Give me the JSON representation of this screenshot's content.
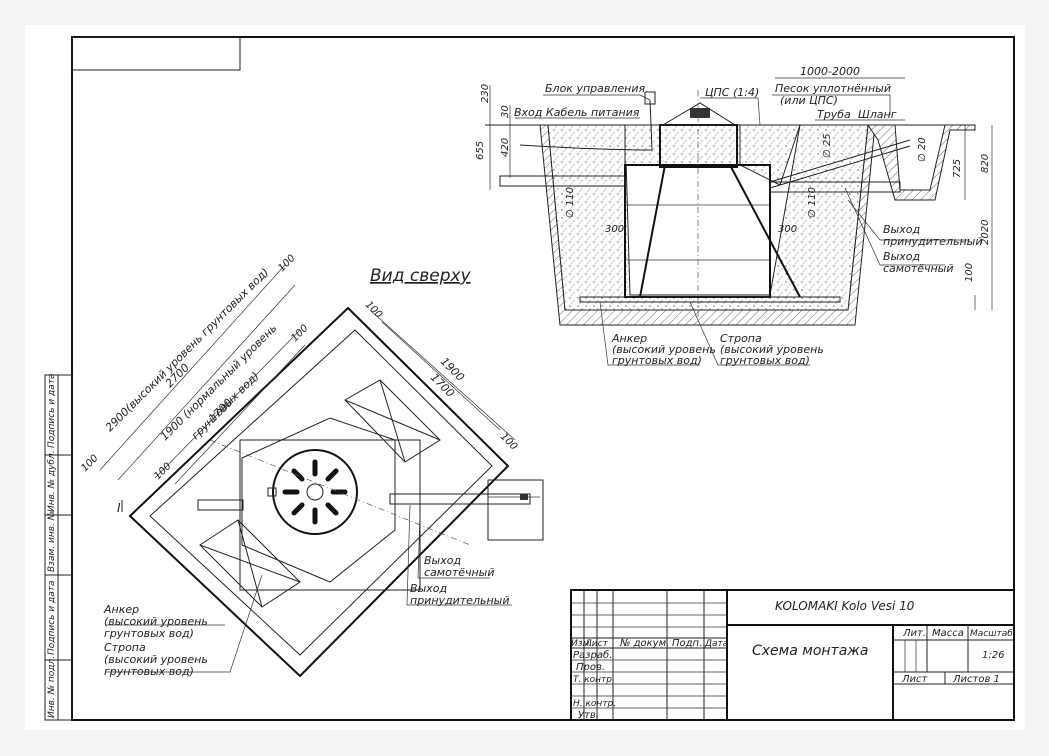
{
  "top_view": {
    "title": "Вид сверху",
    "dim_outer": "2900(высокий уровень грунтовых вод)",
    "dim_2700": "2700",
    "dim_1900n": "1900 (нормальный уровень",
    "dim_1900n2": "грунтовых вод)",
    "dim_1700a": "1700",
    "dim_100a": "100",
    "dim_100b": "100",
    "dim_100c": "100",
    "dim_100d": "100",
    "dim_100e": "100",
    "dim_1900": "1900",
    "dim_1700": "1700",
    "dim_100f": "100",
    "outlet_gravity": "Выход",
    "outlet_gravity2": "самотёчный",
    "outlet_forced": "Выход",
    "outlet_forced2": "принудительный",
    "anchor1": "Анкер",
    "anchor2": "(высокий уровень",
    "anchor3": "грунтовых вод)",
    "strap1": "Стропа",
    "strap2": "(высокий уровень",
    "strap3": "грунтовых вод)",
    "mark_i": "I"
  },
  "section": {
    "control_unit": "Блок управления",
    "cable_in": "Вход Кабель питания",
    "cps": "ЦПС (1:4)",
    "sand": "Песок уплотнённый",
    "sand2": "(или ЦПС)",
    "pipe": "Труба",
    "hose": "Шланг",
    "dim_1000_2000": "1000-2000",
    "dim_230": "230",
    "dim_30": "30",
    "dim_655": "655",
    "dim_420": "420",
    "dim_d110a": "∅ 110",
    "dim_d110b": "∅ 110",
    "dim_d25": "∅ 25",
    "dim_d20": "∅ 20",
    "dim_300a": "300",
    "dim_300b": "300",
    "dim_725": "725",
    "dim_820": "820",
    "dim_2020": "2020",
    "dim_100": "100",
    "out_forced": "Выход",
    "out_forced2": "принудительный",
    "out_gravity": "Выход",
    "out_gravity2": "самотёчный",
    "anchor1": "Анкер",
    "anchor2": "(высокий уровень",
    "anchor3": "грунтовых вод)",
    "strap1": "Стропа",
    "strap2": "(высокий уровень",
    "strap3": "грунтовых вод)"
  },
  "stamp_side": [
    "Подпись и дата",
    "Инв. № дубл.",
    "Взам. инв. №",
    "Подпись и дата",
    "Инв. № подл."
  ],
  "title_block": {
    "product": "KOLOMAKI Kolo Vesi 10",
    "drawing": "Схема монтажа",
    "col_izm": "Изм.",
    "col_list": "Лист",
    "col_doc": "№ докум.",
    "col_sign": "Подп.",
    "col_date": "Дата",
    "row_razrab": "Разраб.",
    "row_prov": "Пров.",
    "row_tkontr": "Т. контр.",
    "row_nkontr": "Н. контр.",
    "row_utv": "Утв.",
    "lit": "Лит.",
    "mass": "Масса",
    "scale_label": "Масштаб",
    "scale": "1:26",
    "sheet": "Лист",
    "sheets": "Листов 1"
  }
}
